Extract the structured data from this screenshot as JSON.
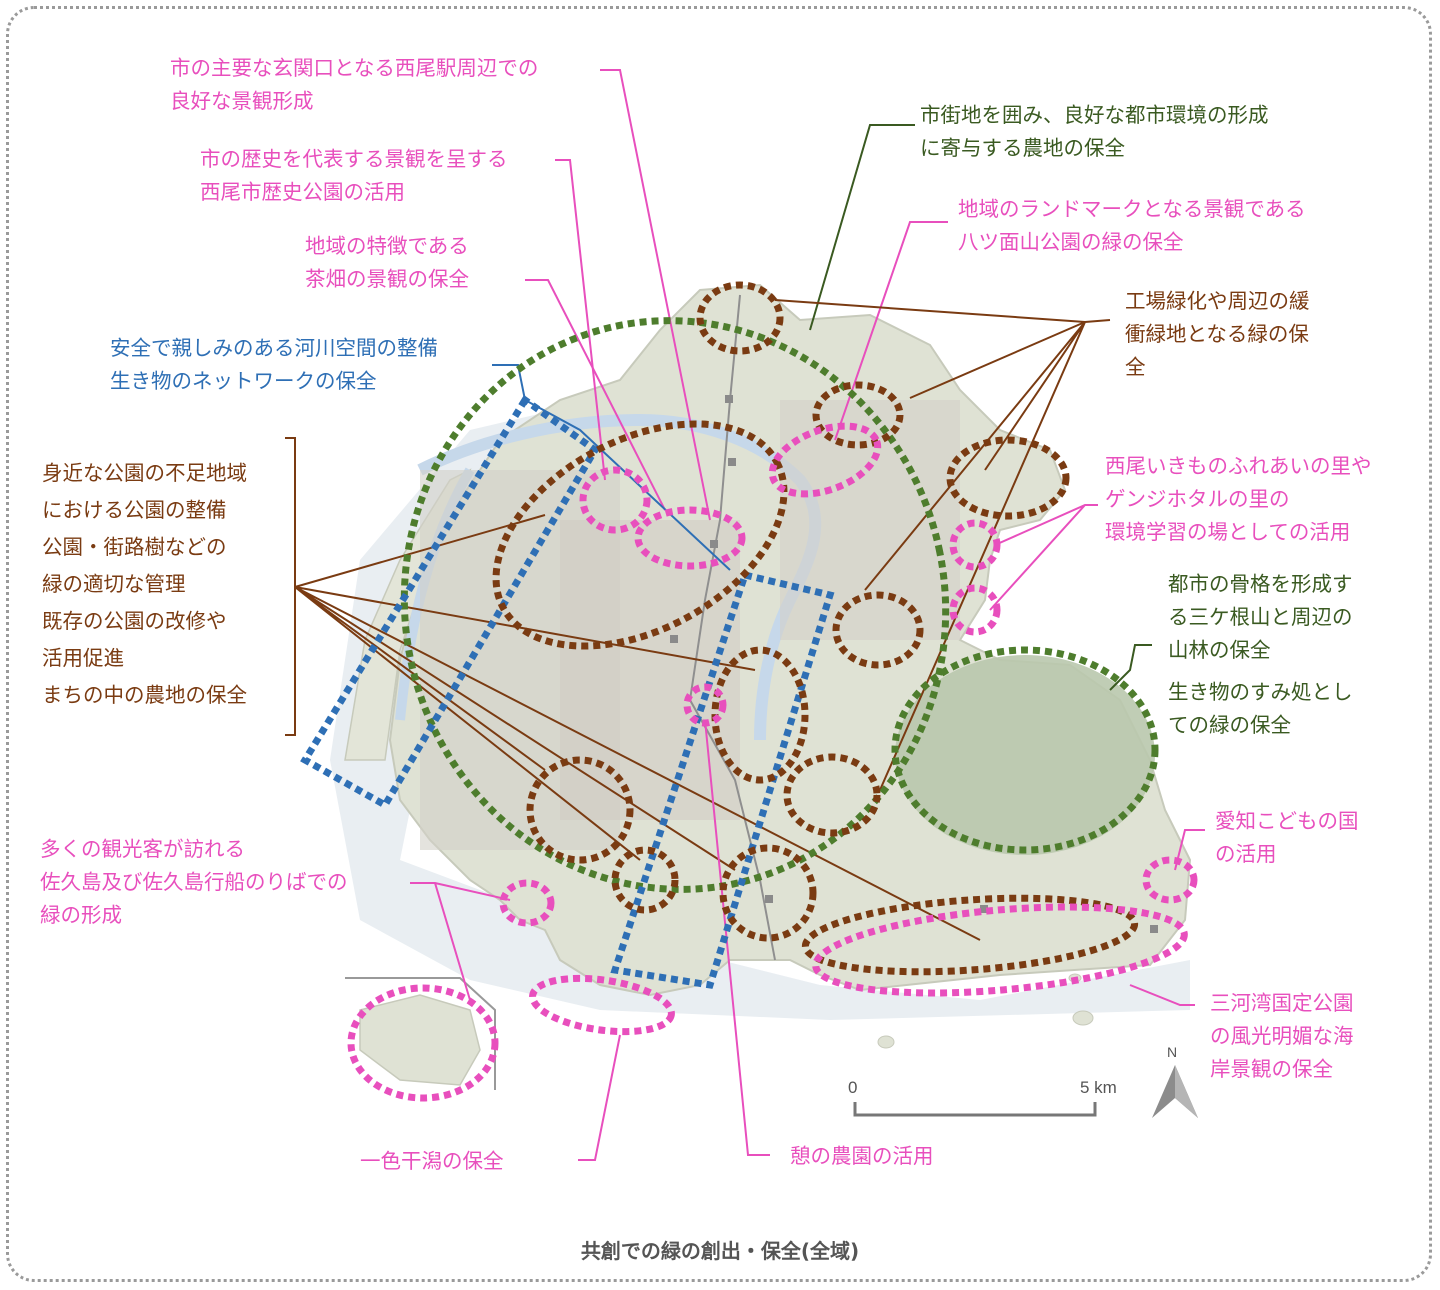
{
  "caption": "共創での緑の創出・保全(全域)",
  "colors": {
    "pink": "#e84fbd",
    "brown": "#7a3b12",
    "green": "#3a5a21",
    "blue": "#2e6fb5",
    "map_land": "#dfe2d4",
    "map_water": "#c6d8ea",
    "forest": "#b9c8ad"
  },
  "labels": {
    "station": [
      "市の主要な玄関口となる西尾駅周辺での",
      "良好な景観形成"
    ],
    "history_park": [
      "市の歴史を代表する景観を呈する",
      "西尾市歴史公園の活用"
    ],
    "tea": [
      "地域の特徴である",
      "茶畑の景観の保全"
    ],
    "river": [
      "安全で親しみのある河川空間の整備",
      "生き物のネットワークの保全"
    ],
    "farmland_city": [
      "市街地を囲み、良好な都市環境の形成",
      "に寄与する農地の保全"
    ],
    "yatsuomote": [
      "地域のランドマークとなる景観である",
      "八ツ面山公園の緑の保全"
    ],
    "factory": [
      "工場緑化や周辺の緩",
      "衝緑地となる緑の保",
      "全"
    ],
    "ikimono": [
      "西尾いきものふれあいの里や",
      "ゲンジホタルの里の",
      "環境学習の場としての活用"
    ],
    "mountain": [
      "都市の骨格を形成す",
      "る三ケ根山と周辺の",
      "山林の保全"
    ],
    "habitat": [
      "生き物のすみ処とし",
      "ての緑の保全"
    ],
    "park_items": [
      "身近な公園の不足地域",
      "における公園の整備",
      "公園・街路樹などの",
      "緑の適切な管理",
      "既存の公園の改修や",
      "活用促進",
      "まちの中の農地の保全"
    ],
    "sakushima": [
      "多くの観光客が訪れる",
      "佐久島及び佐久島行船のりばでの",
      "緑の形成"
    ],
    "kodomo": [
      "愛知こどもの国",
      "の活用"
    ],
    "mikawa": [
      "三河湾国定公園",
      "の風光明媚な海",
      "岸景観の保全"
    ],
    "isshiki": [
      "一色干潟の保全"
    ],
    "ikoi": [
      "憩の農園の活用"
    ]
  },
  "scale": {
    "start": "0",
    "end": "5 km",
    "north": "N"
  }
}
